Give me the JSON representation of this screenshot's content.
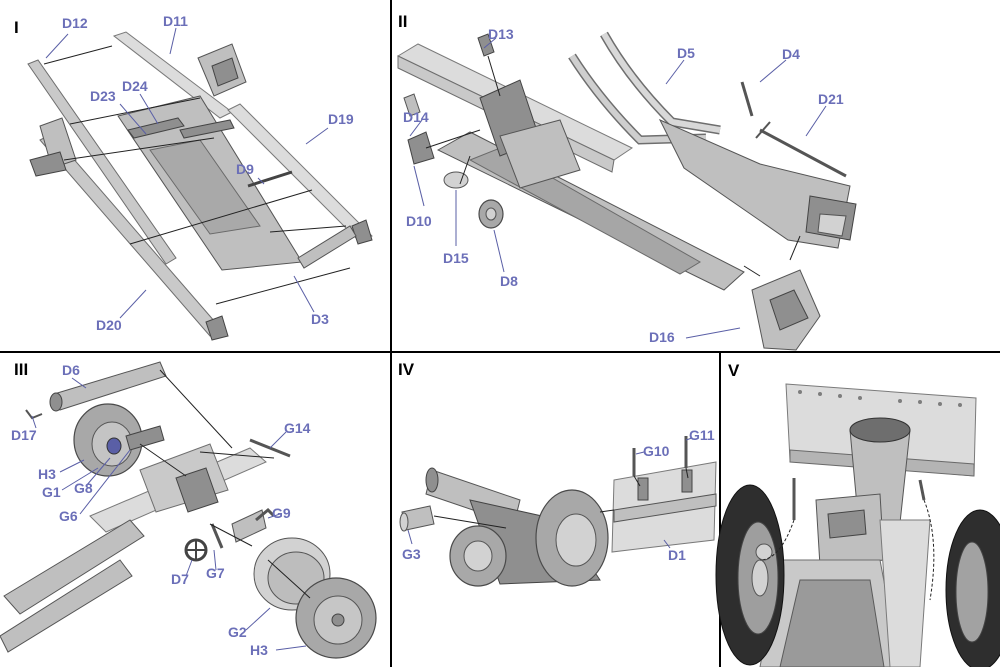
{
  "colors": {
    "label": "#6b6fb8",
    "divider": "#000000",
    "part": "#c9c9c9",
    "leader": "#5a5fa6"
  },
  "panels": [
    {
      "numeral": "I",
      "labels": [
        "D12",
        "D11",
        "D24",
        "D23",
        "D19",
        "D9",
        "D20",
        "D3"
      ]
    },
    {
      "numeral": "II",
      "labels": [
        "D13",
        "D5",
        "D4",
        "D21",
        "D14",
        "D10",
        "D15",
        "D8",
        "D16"
      ]
    },
    {
      "numeral": "III",
      "labels": [
        "D6",
        "D17",
        "G14",
        "H3",
        "G1",
        "G8",
        "G6",
        "G9",
        "D7",
        "G7",
        "G2",
        "H3"
      ]
    },
    {
      "numeral": "IV",
      "labels": [
        "G10",
        "G11",
        "G3",
        "D1"
      ]
    },
    {
      "numeral": "V",
      "labels": []
    }
  ]
}
